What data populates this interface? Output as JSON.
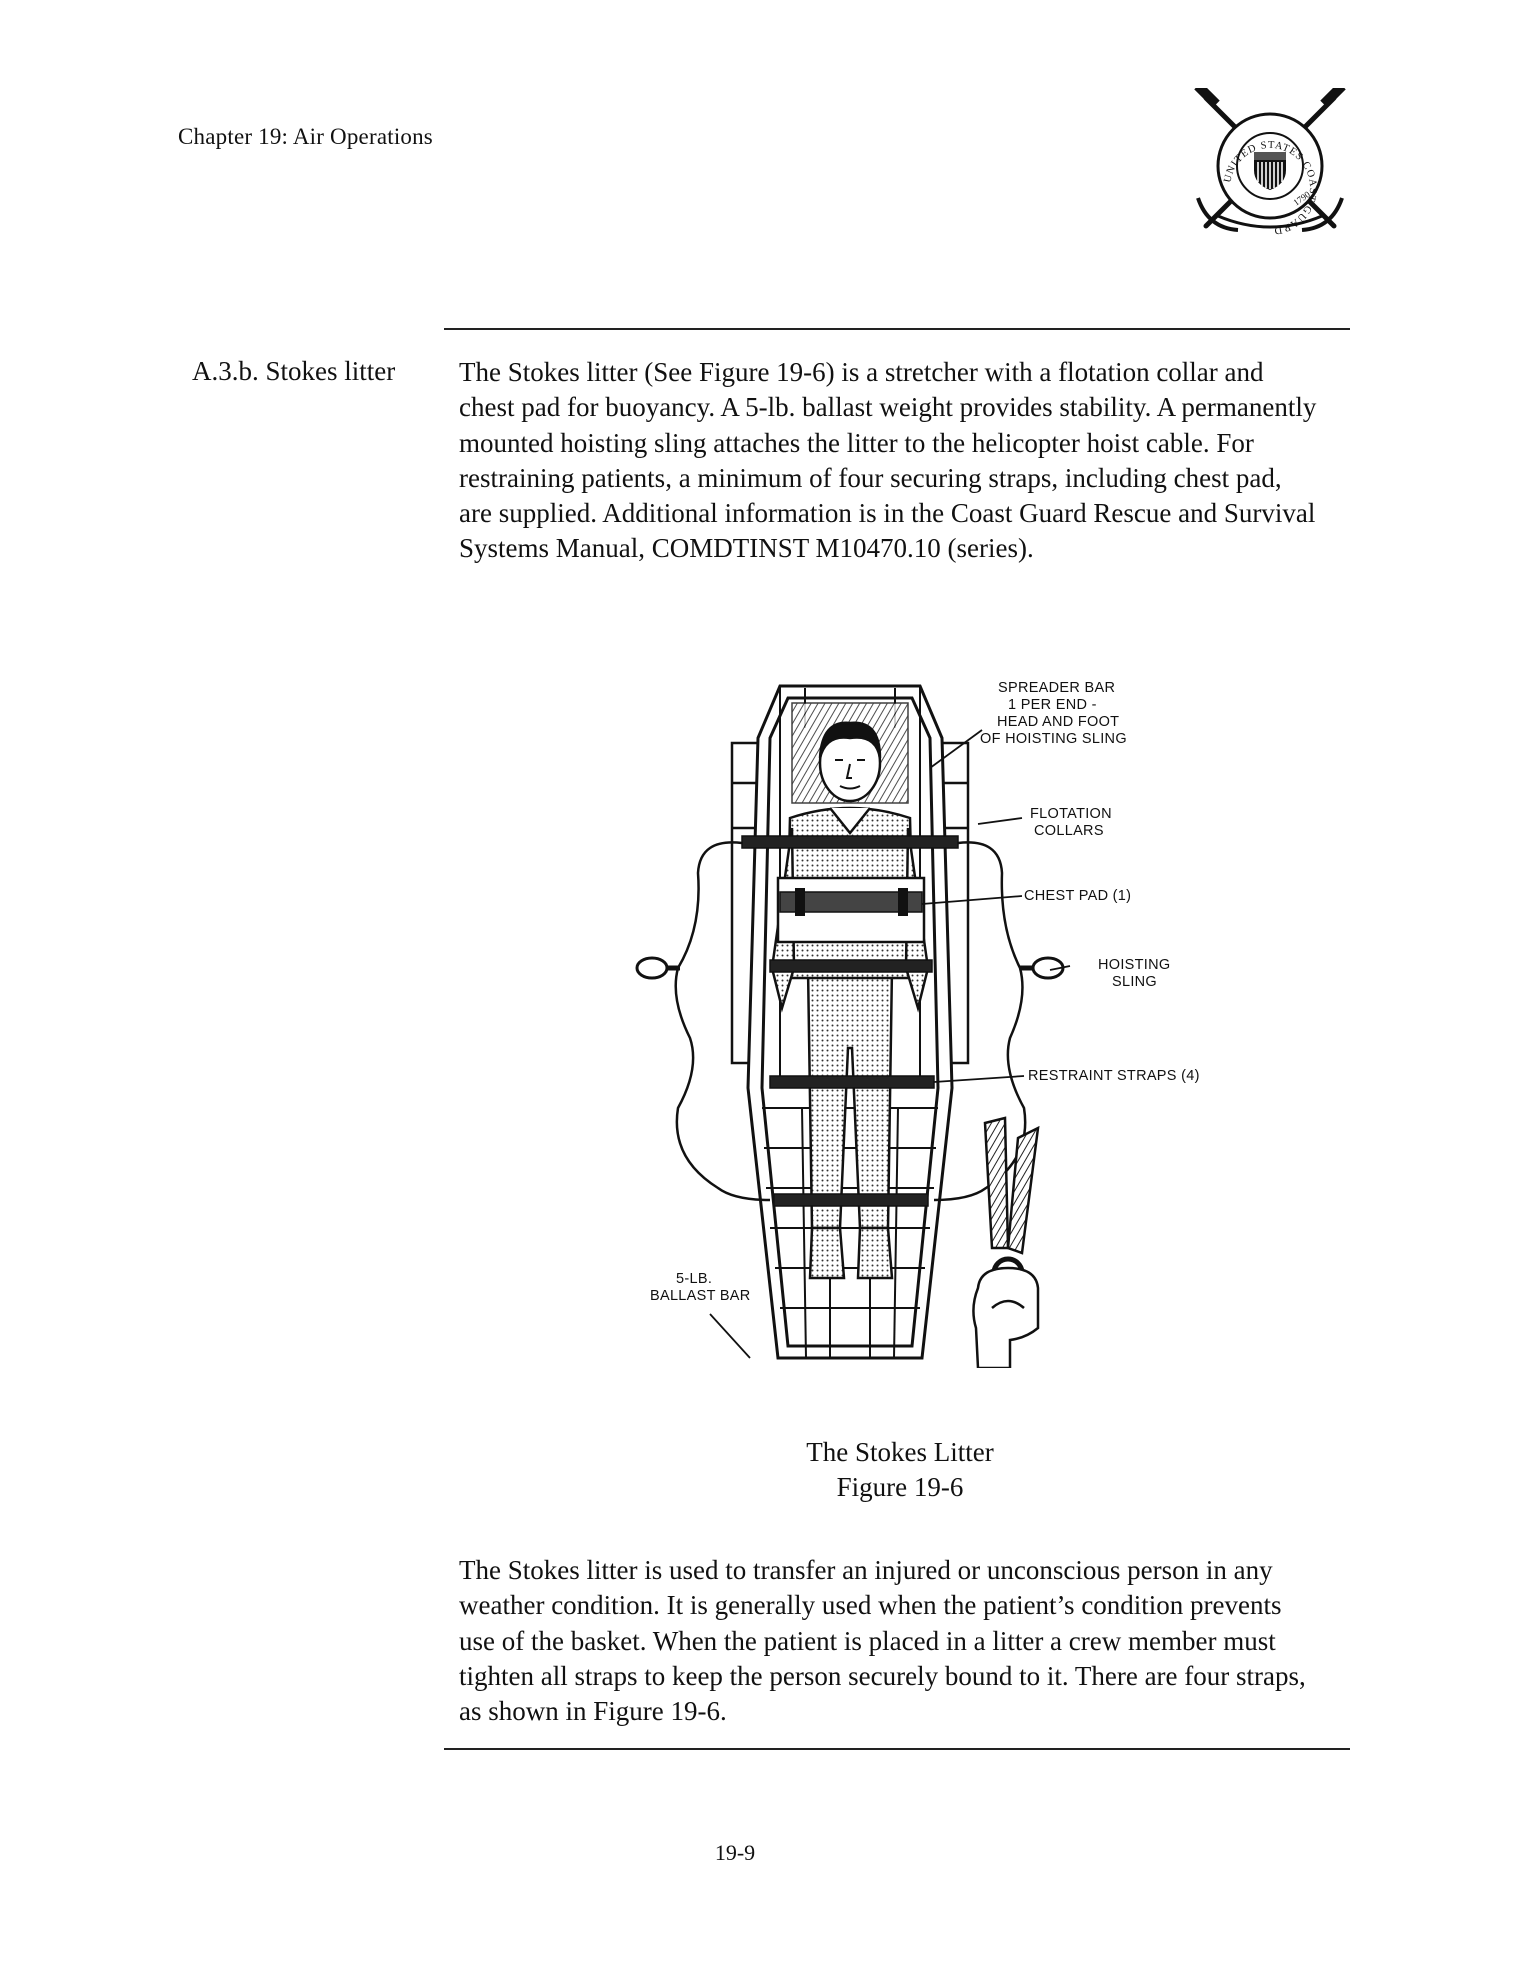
{
  "header": {
    "chapter_title": "Chapter 19:  Air Operations",
    "seal": {
      "ring_text": "UNITED STATES COAST GUARD",
      "year": "1790"
    }
  },
  "section": {
    "label": "A.3.b.  Stokes litter",
    "paragraph_1": "The Stokes litter (See Figure 19-6) is a stretcher with a flotation collar and chest pad for buoyancy. A 5-lb. ballast weight provides stability. A permanently mounted hoisting sling attaches the litter to the helicopter hoist cable. For restraining patients, a minimum of four securing straps, including chest pad, are supplied. Additional information is in the Coast Guard Rescue and Survival Systems Manual, COMDTINST M10470.10 (series).",
    "paragraph_2": "The Stokes litter is used to transfer an injured or unconscious person in any weather condition. It is generally used when the patient’s condition prevents use of the basket. When the patient is placed in a litter a crew member must tighten all straps to keep the person securely bound to it. There are four straps, as shown in Figure 19-6."
  },
  "figure": {
    "labels": {
      "spreader_bar_1": "SPREADER BAR",
      "spreader_bar_2": "1 PER END -",
      "spreader_bar_3": "HEAD AND FOOT",
      "spreader_bar_4": "OF HOISTING SLING",
      "flotation_1": "FLOTATION",
      "flotation_2": "COLLARS",
      "chest_pad": "CHEST PAD (1)",
      "hoisting_1": "HOISTING",
      "hoisting_2": "SLING",
      "restraint": "RESTRAINT STRAPS (4)",
      "ballast_1": "5-LB.",
      "ballast_2": "BALLAST BAR"
    },
    "caption_title": "The Stokes Litter",
    "caption_number": "Figure 19-6"
  },
  "footer": {
    "page_number": "19-9"
  }
}
